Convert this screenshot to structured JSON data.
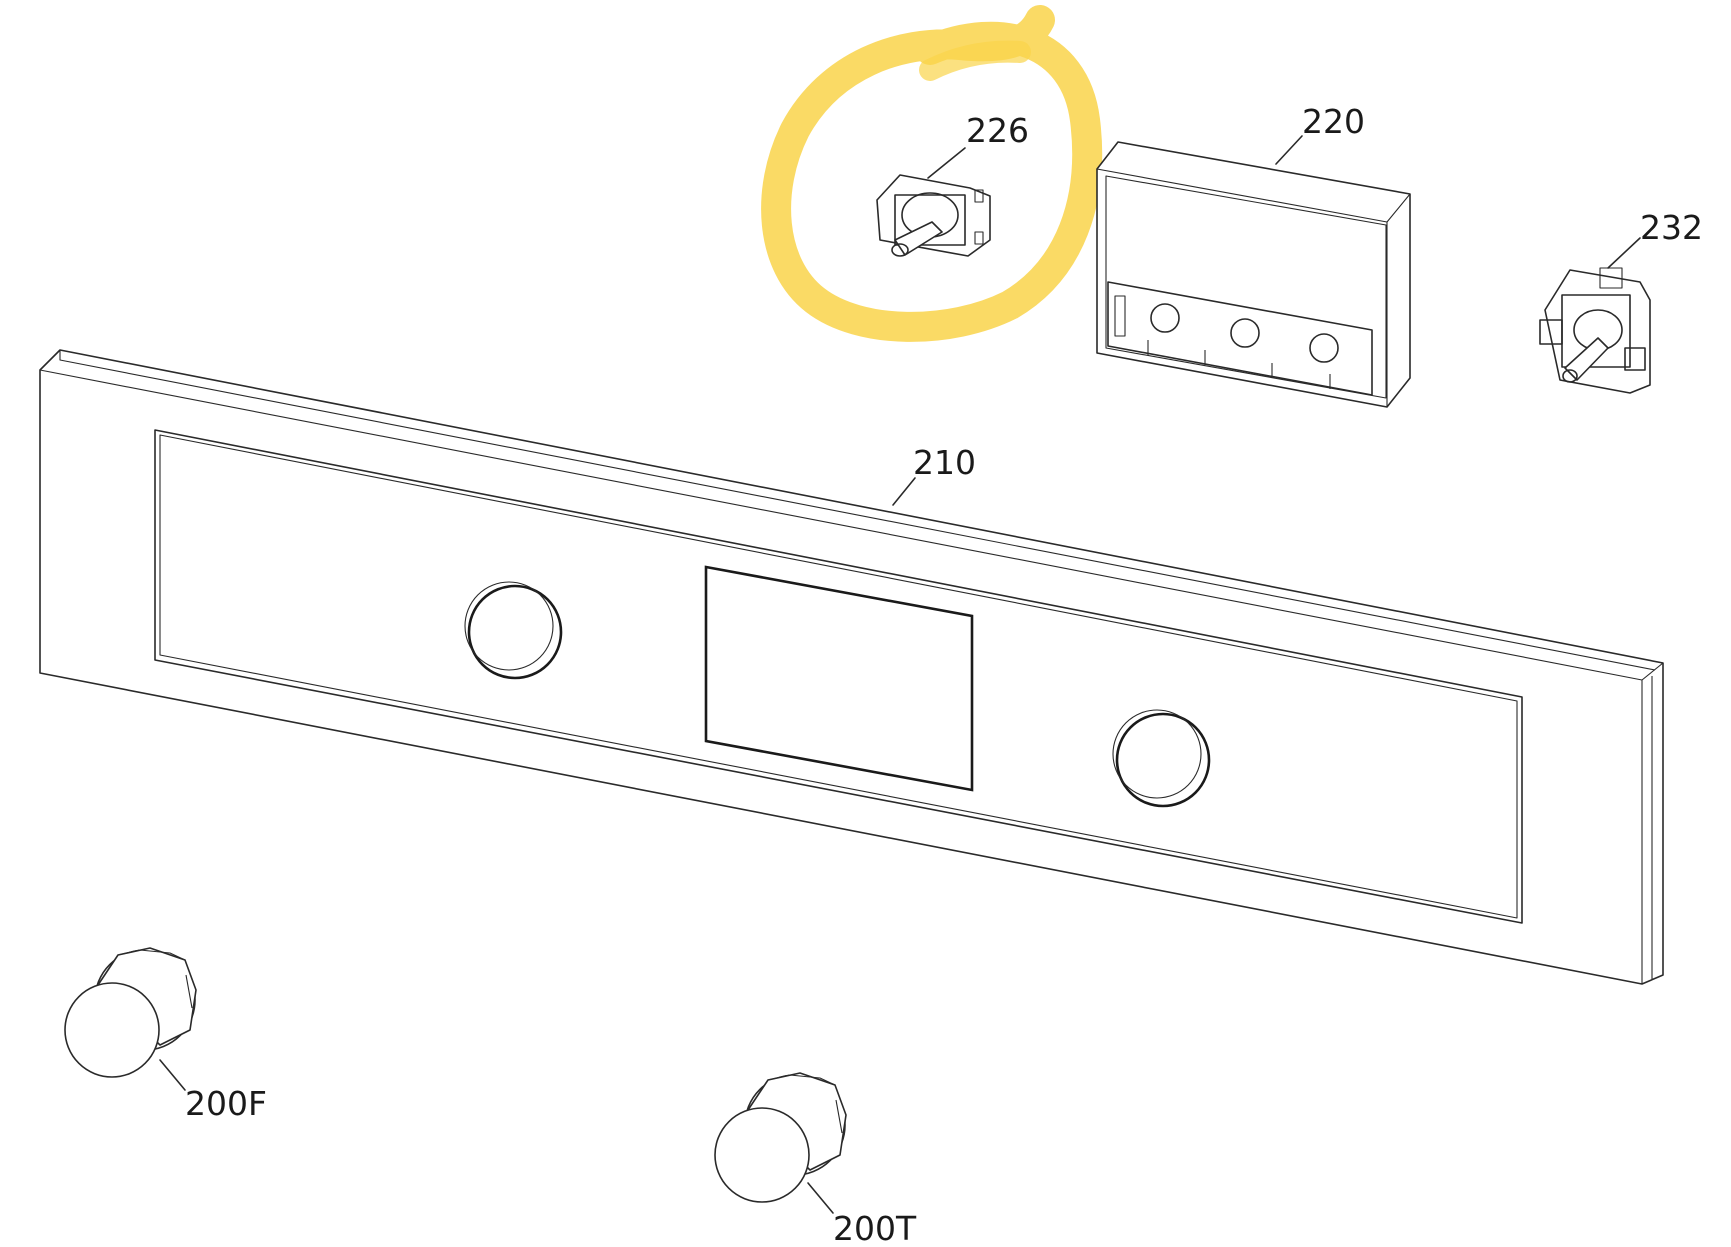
{
  "highlight": {
    "color": "#F9D44A"
  },
  "callouts": {
    "226": "226",
    "220": "220",
    "232": "232",
    "210": "210",
    "200F": "200F",
    "200T": "200T"
  }
}
